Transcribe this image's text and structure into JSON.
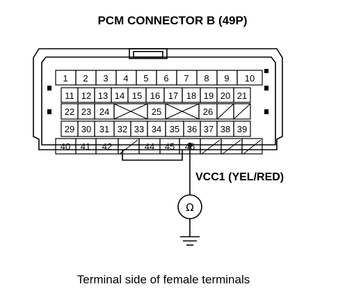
{
  "title": "PCM CONNECTOR B (49P)",
  "wire_label": "VCC1 (YEL/RED)",
  "caption": "Terminal side of female terminals",
  "meter_symbol": "Ω",
  "pins": {
    "row1": [
      "1",
      "2",
      "3",
      "4",
      "5",
      "6",
      "7",
      "8",
      "9",
      "10"
    ],
    "row2": [
      "11",
      "12",
      "13",
      "14",
      "15",
      "16",
      "17",
      "18",
      "19",
      "20",
      "21"
    ],
    "row3": [
      "22",
      "23",
      "24",
      "25",
      "26"
    ],
    "row4": [
      "29",
      "30",
      "31",
      "32",
      "33",
      "34",
      "35",
      "36",
      "37",
      "38",
      "39"
    ],
    "row5": [
      "40",
      "41",
      "42",
      "44",
      "45",
      "46"
    ]
  },
  "probed_pin": "46"
}
